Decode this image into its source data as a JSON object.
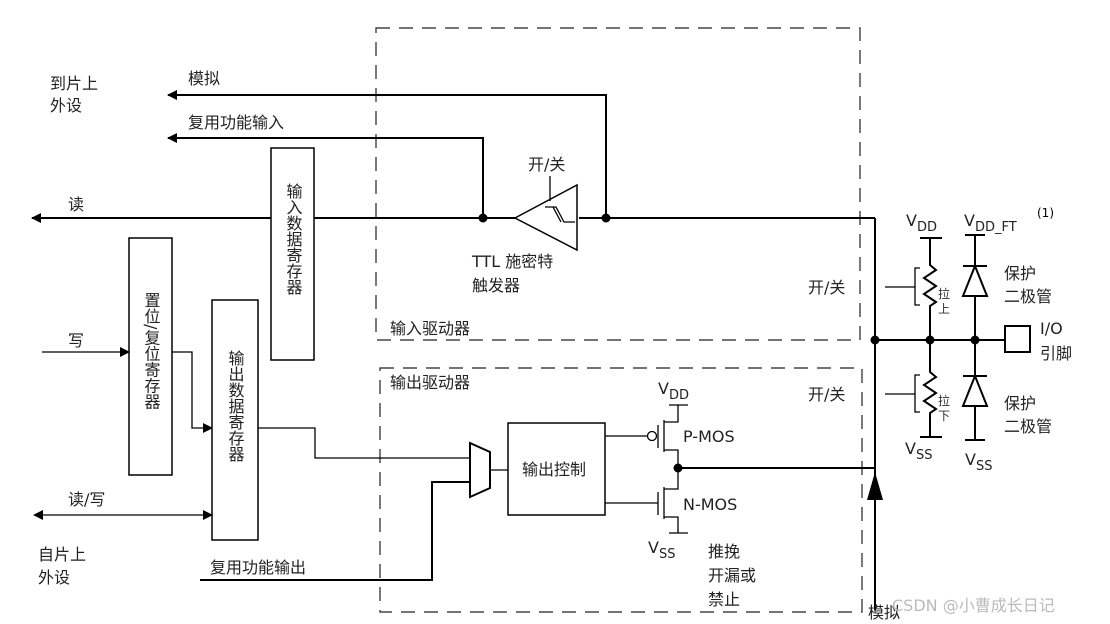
{
  "labels": {
    "to_onchip_1": "到片上",
    "to_onchip_2": "外设",
    "analog_in": "模拟",
    "alt_func_in": "复用功能输入",
    "read": "读",
    "write": "写",
    "read_write": "读/写",
    "from_onchip_1": "自片上",
    "from_onchip_2": "外设",
    "alt_func_out": "复用功能输出",
    "input_data_reg": "输入数据寄存器",
    "bsrr_reg": "置位/复位寄存器",
    "output_data_reg": "输出数据寄存器",
    "schmitt_switch": "开/关",
    "ttl_1": "TTL 施密特",
    "ttl_2": "触发器",
    "input_driver": "输入驱动器",
    "output_driver": "输出驱动器",
    "output_control": "输出控制",
    "vdd_main": "V",
    "vdd_sub": "DD",
    "vss_main": "V",
    "vss_sub": "SS",
    "vddft_sub": "DD_FT",
    "note_ref": "(1)",
    "pmos": "P-MOS",
    "nmos": "N-MOS",
    "mode_1": "推挽",
    "mode_2": "开漏或",
    "mode_3": "禁止",
    "switch_up": "开/关",
    "switch_down": "开/关",
    "pull_up_1": "拉",
    "pull_up_2": "上",
    "pull_down_1": "拉",
    "pull_down_2": "下",
    "protect_1": "保护",
    "protect_2": "二极管",
    "io_1": "I/O",
    "io_2": "引脚",
    "analog_out": "模拟",
    "watermark": "CSDN @小曹成长日记"
  }
}
